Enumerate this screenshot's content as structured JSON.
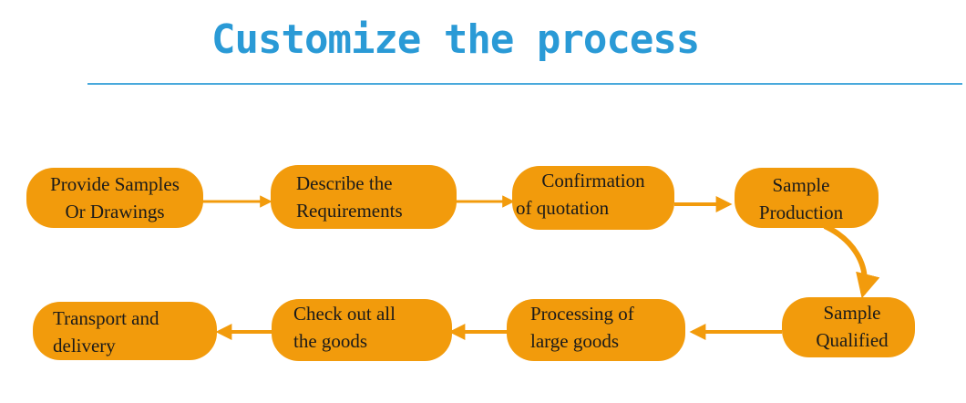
{
  "title": "Customize the process",
  "colors": {
    "title": "#2a9ad6",
    "divider": "#49a9dc",
    "node": "#f29b0c",
    "arrow": "#f29b0c",
    "text": "#1a1a1a"
  },
  "steps": [
    {
      "id": "step-1",
      "lines": [
        "Provide Samples",
        "Or Drawings"
      ]
    },
    {
      "id": "step-2",
      "lines": [
        "Describe the",
        "Requirements"
      ]
    },
    {
      "id": "step-3",
      "lines": [
        "Confirmation",
        "of quotation"
      ]
    },
    {
      "id": "step-4",
      "lines": [
        "Sample",
        "Production"
      ]
    },
    {
      "id": "step-5",
      "lines": [
        "Sample",
        "Qualified"
      ]
    },
    {
      "id": "step-6",
      "lines": [
        "Processing of",
        "large goods"
      ]
    },
    {
      "id": "step-7",
      "lines": [
        "Check out all",
        "the goods"
      ]
    },
    {
      "id": "step-8",
      "lines": [
        "Transport and",
        "delivery"
      ]
    }
  ]
}
